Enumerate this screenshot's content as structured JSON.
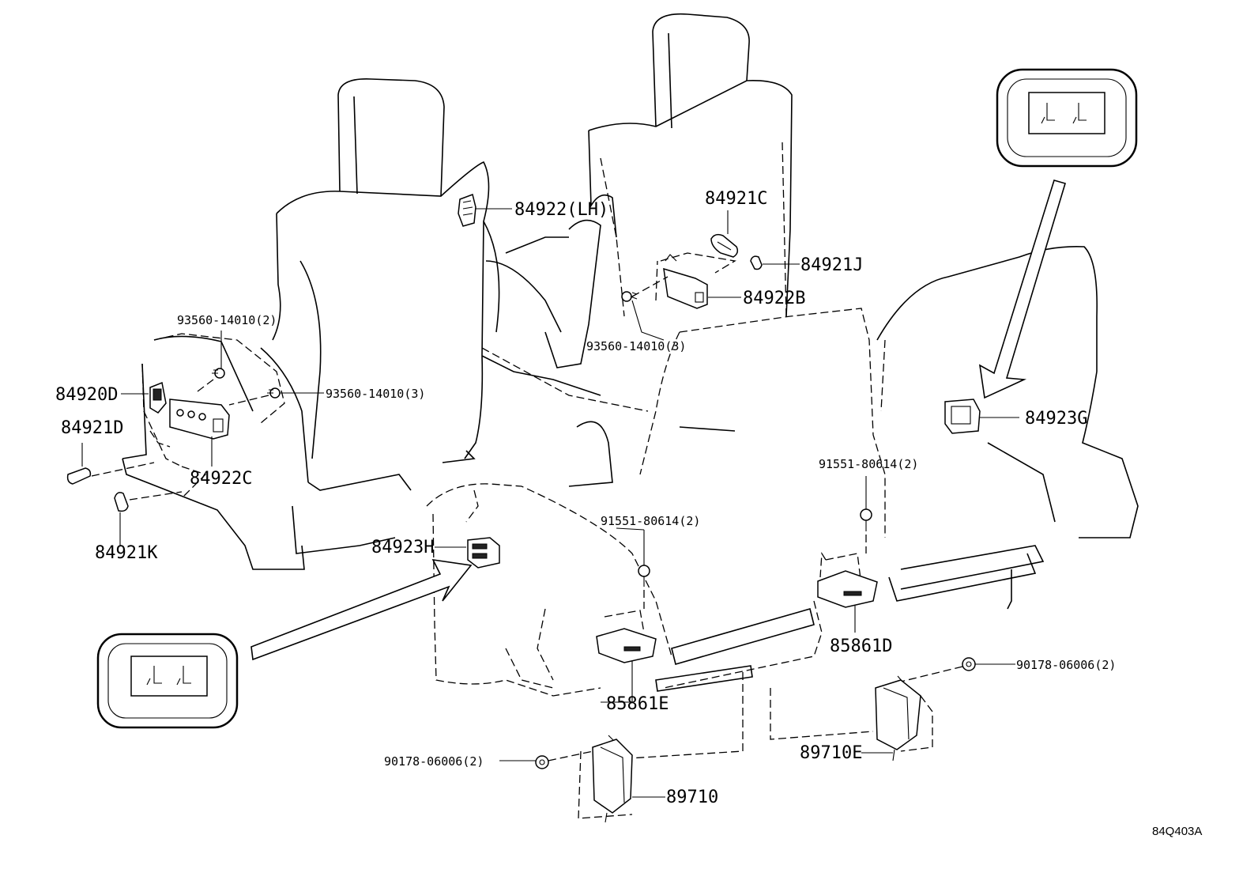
{
  "callouts": {
    "p84922_lh": "84922(LH)",
    "p84921c": "84921C",
    "p84921j": "84921J",
    "p84922b": "84922B",
    "p93560_top": "93560-14010(2)",
    "p93560_mid": "93560-14010(3)",
    "p93560_center": "93560-14010(3)",
    "p84920d": "84920D",
    "p84921d": "84921D",
    "p84922c": "84922C",
    "p84921k": "84921K",
    "p84923h": "84923H",
    "p84923g": "84923G",
    "p91551_right": "91551-80614(2)",
    "p91551_center": "91551-80614(2)",
    "p85861d": "85861D",
    "p85861e": "85861E",
    "p90178_right": "90178-06006(2)",
    "p90178_left": "90178-06006(2)",
    "p89710e": "89710E",
    "p89710": "89710"
  },
  "diagram_code": "84Q403A",
  "colors": {
    "line": "#000000",
    "background": "#ffffff"
  }
}
